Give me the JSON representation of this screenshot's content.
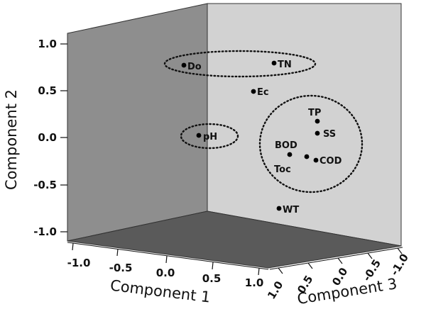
{
  "chart_data": {
    "type": "scatter",
    "projection": "3d",
    "xlabel": "Component 1",
    "ylabel": "Component 2",
    "zlabel": "Component 3",
    "xlim": [
      -1.0,
      1.0
    ],
    "ylim": [
      -1.0,
      1.0
    ],
    "zlim": [
      -1.0,
      1.0
    ],
    "x_ticks": [
      "-1.0",
      "-0.5",
      "0.0",
      "0.5",
      "1.0"
    ],
    "y_ticks": [
      "1.0",
      "0.5",
      "0.0",
      "-0.5",
      "-1.0"
    ],
    "z_ticks": [
      "1.0",
      "0.5",
      "0.0",
      "-0.5",
      "-1.0"
    ],
    "grid": false,
    "colors": {
      "back_wall": "#d2d2d2",
      "left_wall": "#8e8e8e",
      "floor": "#5a5a5a",
      "point": "#000000"
    },
    "points": [
      {
        "label": "Do"
      },
      {
        "label": "TN"
      },
      {
        "label": "Ec"
      },
      {
        "label": "pH"
      },
      {
        "label": "TP"
      },
      {
        "label": "SS"
      },
      {
        "label": "BOD"
      },
      {
        "label": "Toc"
      },
      {
        "label": "COD"
      },
      {
        "label": "WT"
      }
    ],
    "groups": [
      {
        "members": [
          "Do",
          "TN"
        ]
      },
      {
        "members": [
          "pH"
        ]
      },
      {
        "members": [
          "TP",
          "SS",
          "BOD",
          "Toc",
          "COD"
        ]
      }
    ]
  }
}
